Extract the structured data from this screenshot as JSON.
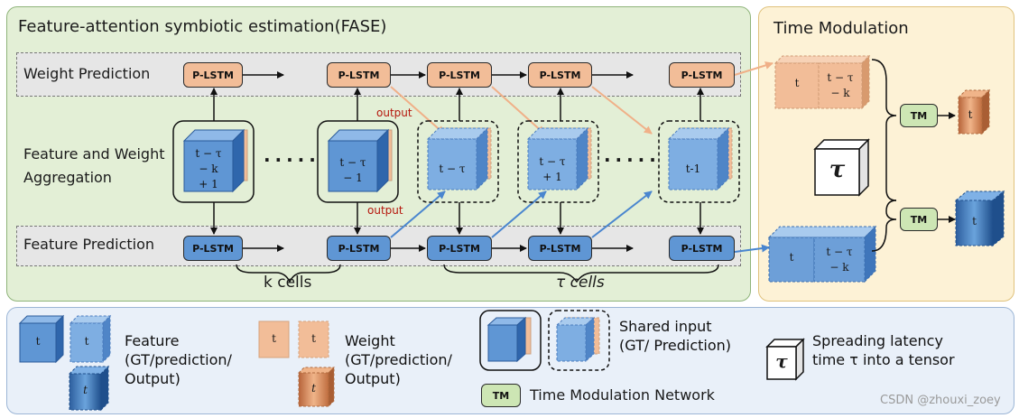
{
  "fase": {
    "title": "Feature-attention symbiotic estimation(FASE)",
    "row_weight": "Weight Prediction",
    "row_agg_line1": "Feature and Weight",
    "row_agg_line2": "Aggregation",
    "row_feature": "Feature Prediction",
    "lstm_label": "P-LSTM",
    "output_label": "output",
    "k_cells": "k cells",
    "tau_cells": "τ cells",
    "cubes": [
      {
        "lines": [
          "t − τ",
          "− k",
          "+ 1"
        ]
      },
      {
        "lines": [
          "t − τ",
          "− 1"
        ]
      },
      {
        "lines": [
          "t − τ"
        ]
      },
      {
        "lines": [
          "t − τ",
          "+ 1"
        ]
      },
      {
        "lines": [
          "t-1"
        ]
      }
    ],
    "dots": "· · · · ·"
  },
  "time_modulation": {
    "title": "Time Modulation",
    "weight_t": "t",
    "weight_tk": [
      "t − τ",
      "− k"
    ],
    "feature_t": "t",
    "feature_tk": [
      "t − τ",
      "− k"
    ],
    "tau": "τ",
    "tm_label": "TM",
    "out_weight_t": "t",
    "out_feature_t": "t"
  },
  "legend": {
    "feature_cube_t": "t",
    "feature_text": "Feature\n(GT/prediction/\nOutput)",
    "weight_cube_t": "t",
    "weight_text": "Weight\n(GT/prediction/\nOutput)",
    "shared_text": "Shared input\n(GT/ Prediction)",
    "tm_label": "TM",
    "tm_text": "Time Modulation Network",
    "tau": "τ",
    "tau_text": "Spreading latency\ntime τ into a tensor",
    "output_italic": "t"
  },
  "watermark": "CSDN @zhouxi_zoey",
  "colors": {
    "fase_bg": "#e3efd6",
    "tm_bg": "#fdf2d6",
    "legend_bg": "#e9f0f9",
    "orange": "#f2bd98",
    "blue": "#5f96d4",
    "tm_green": "#cde6b4"
  }
}
